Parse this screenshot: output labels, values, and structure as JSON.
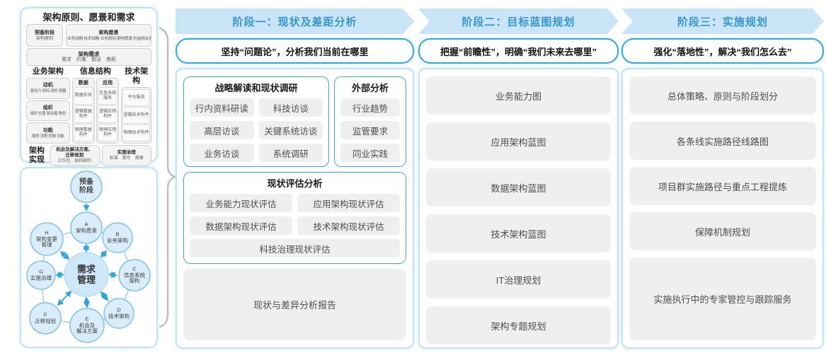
{
  "colors": {
    "banner_bg": "#c9e5f7",
    "banner_text": "#3596d4",
    "blue_border": "#35a7df",
    "panel_border": "#c2e2f6",
    "item_bg": "#efefef",
    "item_text": "#4d4d4d",
    "title_text": "#1f1f1f",
    "circle_fill": "#d9edfa",
    "circle_stroke": "#7fc2e8",
    "center_fill": "#cfe8f8",
    "arrow": "#2aa6e0",
    "brace": "#bdbdbd"
  },
  "left_top": {
    "title": "架构原则、愿景和需求",
    "prep_title": "预备阶段",
    "prep_sub": "架构原则",
    "vision_title": "架构愿景",
    "vision_sub": "业务战略 技术战略 业务原则 架构愿景 利益相关者",
    "req_title": "架构需求",
    "req_sub": "需求　约束　假设　差距",
    "business_title": "业务架构",
    "business_items": [
      {
        "t": "动机",
        "s": "驱动力 目标 目的 测量"
      },
      {
        "t": "组织",
        "s": "组织 位置 驱动者 角色"
      },
      {
        "t": "功能",
        "s": "服务 流程 控制 功能"
      }
    ],
    "info_title": "信息结构",
    "info_cols": [
      {
        "t": "数据",
        "items": [
          "数据实体",
          "逻辑数据构件",
          "物理数据构件"
        ]
      },
      {
        "t": "应用",
        "items": [
          "信息系统服务",
          "逻辑应用构件",
          "物理应用构件"
        ]
      }
    ],
    "tech_title": "技术架构",
    "tech_items": [
      "平台服务",
      "逻辑技术构件",
      "物理技术构件"
    ],
    "impl_label": "架构\n实现",
    "impl_boxes": [
      {
        "t": "机会及解决方案、\n迁移规划",
        "s": "工作包　架构契约"
      },
      {
        "t": "实施治理",
        "s": "标准　指引　规格"
      }
    ]
  },
  "adm": {
    "prep": "预备\n阶段",
    "center": "需求\n管理",
    "nodes": [
      {
        "label": "A\n架构愿景"
      },
      {
        "label": "B\n业务架构"
      },
      {
        "label": "C\n信息系统\n架构"
      },
      {
        "label": "D\n技术架构"
      },
      {
        "label": "E\n机会及\n解决方案"
      },
      {
        "label": "F\n迁移规划"
      },
      {
        "label": "G\n实施治理"
      },
      {
        "label": "H\n架构变更\n管理"
      }
    ]
  },
  "phases": [
    {
      "banner": "阶段一：现状及差距分析",
      "subtitle": "坚持“问题论”，分析我们当前在哪里",
      "survey_title": "战略解读和现状调研",
      "survey_items": [
        "行内资料研读",
        "科技访谈",
        "高层访谈",
        "关键系统访谈",
        "业务访谈",
        "系统调研"
      ],
      "external_title": "外部分析",
      "external_items": [
        "行业趋势",
        "监管要求",
        "同业实践"
      ],
      "assess_title": "现状评估分析",
      "assess_items": [
        "业务能力现状评估",
        "应用架构现状评估",
        "数据架构现状评估",
        "技术架构现状评估",
        "科技治理现状评估"
      ],
      "report": "现状与差异分析报告"
    },
    {
      "banner": "阶段二：目标蓝图规划",
      "subtitle": "把握“前瞻性”，明确“我们未来去哪里”",
      "items": [
        "业务能力图",
        "应用架构蓝图",
        "数据架构蓝图",
        "技术架构蓝图",
        "IT治理规划",
        "架构专题规划"
      ]
    },
    {
      "banner": "阶段三：实施规划",
      "subtitle": "强化“落地性”，解决“我们怎么去”",
      "items": [
        "总体策略、原则与阶段划分",
        "各条线实施路径线路图",
        "项目群实施路径与重点工程提炼",
        "保障机制规划",
        "实施执行中的专家管控与跟踪服务"
      ]
    }
  ]
}
